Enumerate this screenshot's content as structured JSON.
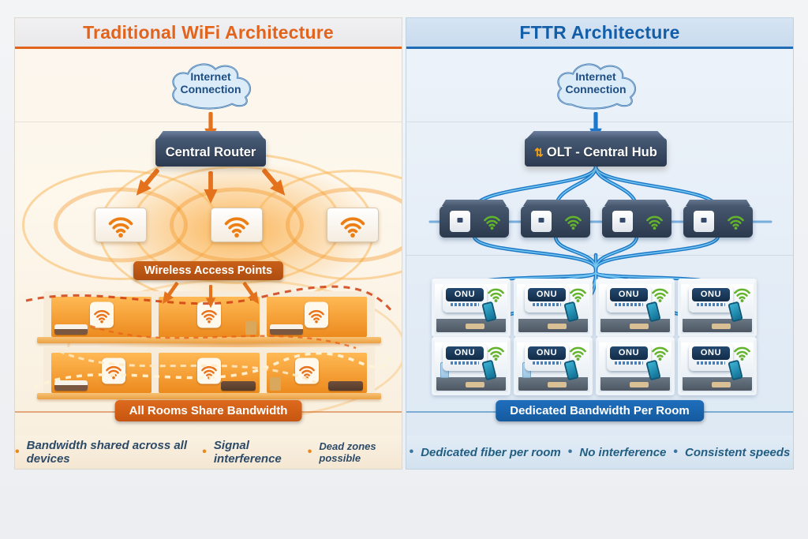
{
  "left": {
    "title": "Traditional WiFi Architecture",
    "accent": "#e2641c",
    "cloud_label": "Internet Connection",
    "router_label": "Central Router",
    "aps_label": "Wireless Access Points",
    "banner_label": "All Rooms Share Bandwidth",
    "footer": {
      "bullet": "•",
      "items": [
        "Bandwidth shared across all devices",
        "Signal interference",
        "Dead zones possible"
      ]
    }
  },
  "right": {
    "title": "FTTR Architecture",
    "accent": "#1563ae",
    "cloud_label": "Internet Connection",
    "hub_icon": "⇅",
    "hub_label": "OLT - Central Hub",
    "onu_label": "ONU",
    "banner_label": "Dedicated Bandwidth Per Room",
    "footer": {
      "bullet": "•",
      "items": [
        "Dedicated fiber per room",
        "No interference",
        "Consistent speeds"
      ]
    }
  },
  "icons": {
    "wifi": "wifi-arcs",
    "hub_port": "up-down-arrows",
    "cloud": "cloud-shape"
  }
}
